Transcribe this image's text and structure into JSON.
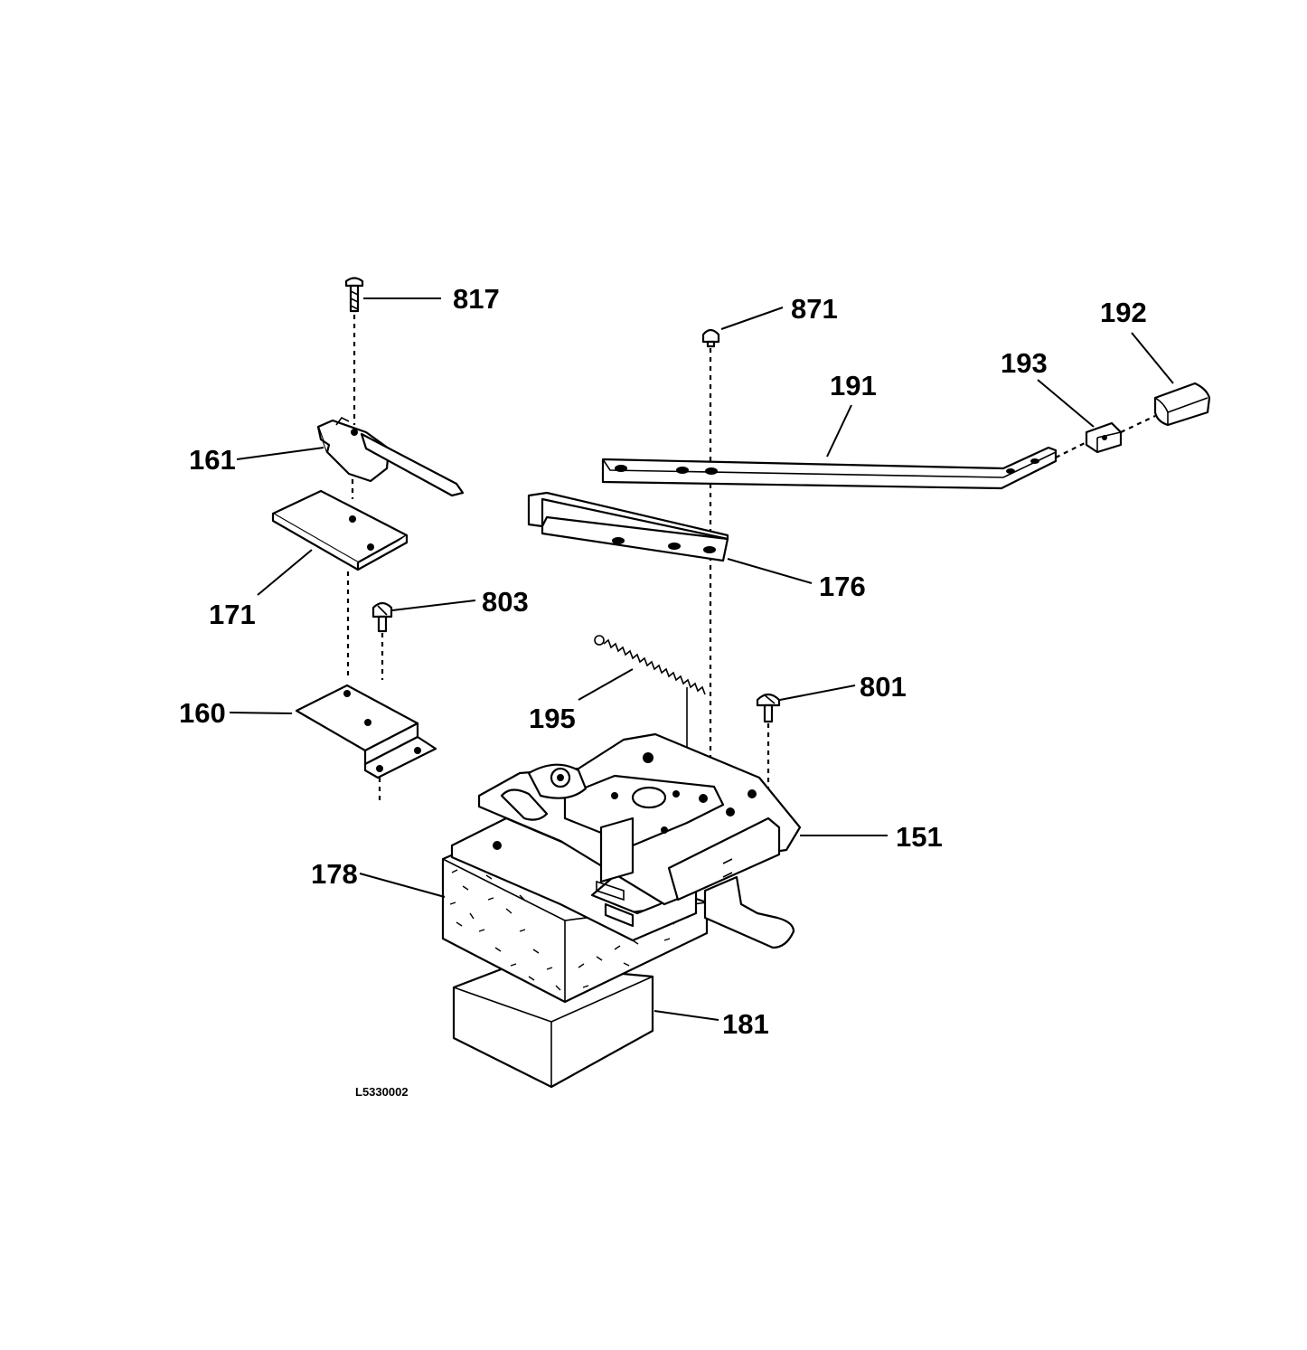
{
  "diagram": {
    "drawing_code": "L5330002",
    "callouts": {
      "c817": "817",
      "c871": "871",
      "c192": "192",
      "c193": "193",
      "c191": "191",
      "c161": "161",
      "c171": "171",
      "c803": "803",
      "c176": "176",
      "c195": "195",
      "c801": "801",
      "c160": "160",
      "c151": "151",
      "c178": "178",
      "c181": "181"
    }
  }
}
